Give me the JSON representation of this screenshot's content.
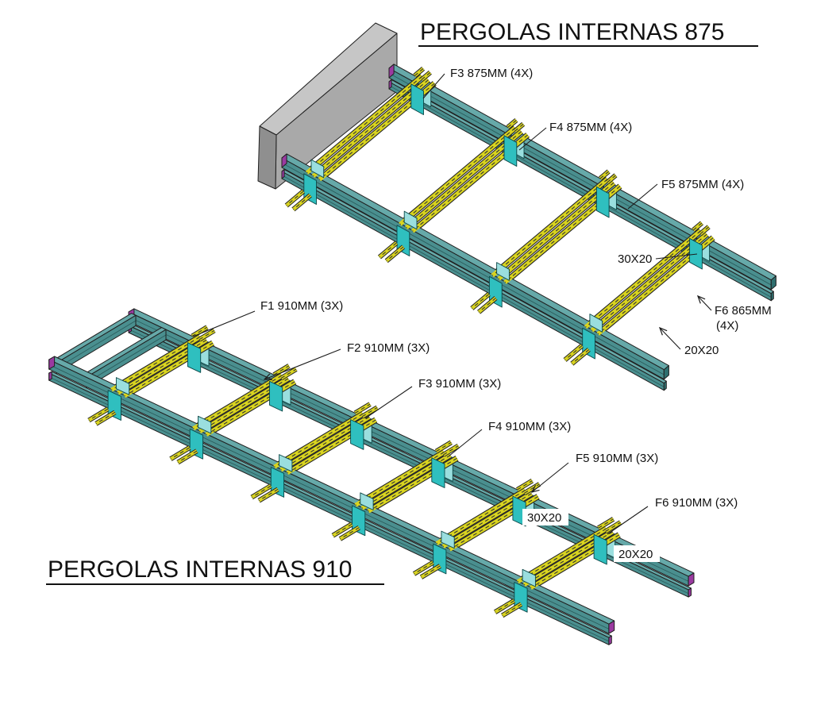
{
  "diagram_title": "Pergolas internas isometric fabrication diagram",
  "titles": {
    "top": "PERGOLAS INTERNAS 875",
    "bottom": "PERGOLAS INTERNAS 910"
  },
  "labels": {
    "top": [
      "F3 875MM (4X)",
      "F4 875MM (4X)",
      "F5 875MM (4X)",
      "30X20",
      "F6 865MM",
      "(4X)",
      "20X20"
    ],
    "bottom": [
      "F1 910MM (3X)",
      "F2 910MM (3X)",
      "F3 910MM (3X)",
      "F4 910MM (3X)",
      "F5 910MM (3X)",
      "F6 910MM (3X)",
      "30X20",
      "20X20"
    ]
  },
  "colors": {
    "steel_teal": "#4a8f8f",
    "steel_teal_top": "#66a9a9",
    "steel_teal_dark": "#2f6f6f",
    "bracket_cyan": "#2fbfbf",
    "bracket_cyan_light": "#9adede",
    "member_yellow": "#d9d41f",
    "member_yellow_dash": "#333333",
    "connector_purple": "#9a3aa0",
    "wall_gray_front": "#a9a9a9",
    "wall_gray_top": "#c6c6c6",
    "wall_gray_side": "#8f8f8f",
    "outline": "#1f1f1f",
    "leader": "#1c1c1c",
    "text": "#111111",
    "background": "#ffffff"
  }
}
